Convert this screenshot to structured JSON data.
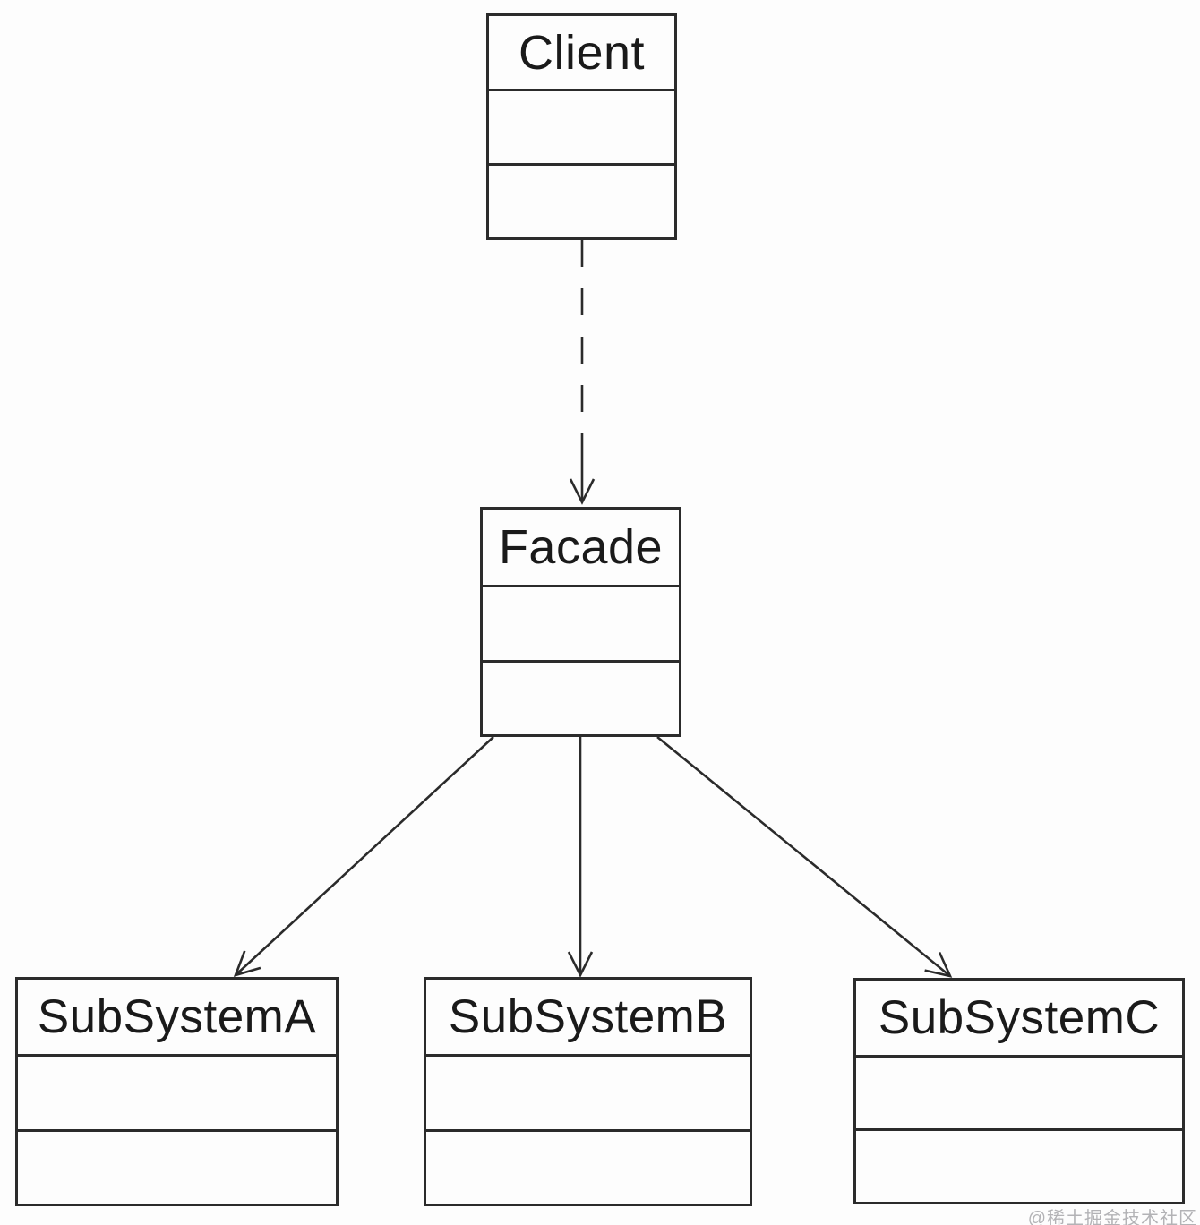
{
  "diagram": {
    "classes": [
      {
        "name": "Client",
        "attributes": "",
        "operations": ""
      },
      {
        "name": "Facade",
        "attributes": "",
        "operations": ""
      },
      {
        "name": "SubSystemA",
        "attributes": "",
        "operations": ""
      },
      {
        "name": "SubSystemB",
        "attributes": "",
        "operations": ""
      },
      {
        "name": "SubSystemC",
        "attributes": "",
        "operations": ""
      }
    ],
    "relationships": [
      {
        "from": "Client",
        "to": "Facade",
        "line": "dashed",
        "arrowhead": "open"
      },
      {
        "from": "Facade",
        "to": "SubSystemA",
        "line": "solid",
        "arrowhead": "open"
      },
      {
        "from": "Facade",
        "to": "SubSystemB",
        "line": "solid",
        "arrowhead": "open"
      },
      {
        "from": "Facade",
        "to": "SubSystemC",
        "line": "solid",
        "arrowhead": "open"
      }
    ]
  },
  "watermark": {
    "text": "@稀土掘金技术社区",
    "color": "#b3b3b6"
  },
  "colors": {
    "line": "#2b2b2b",
    "text": "#1a1a1a",
    "background": "#fdfdfd"
  }
}
